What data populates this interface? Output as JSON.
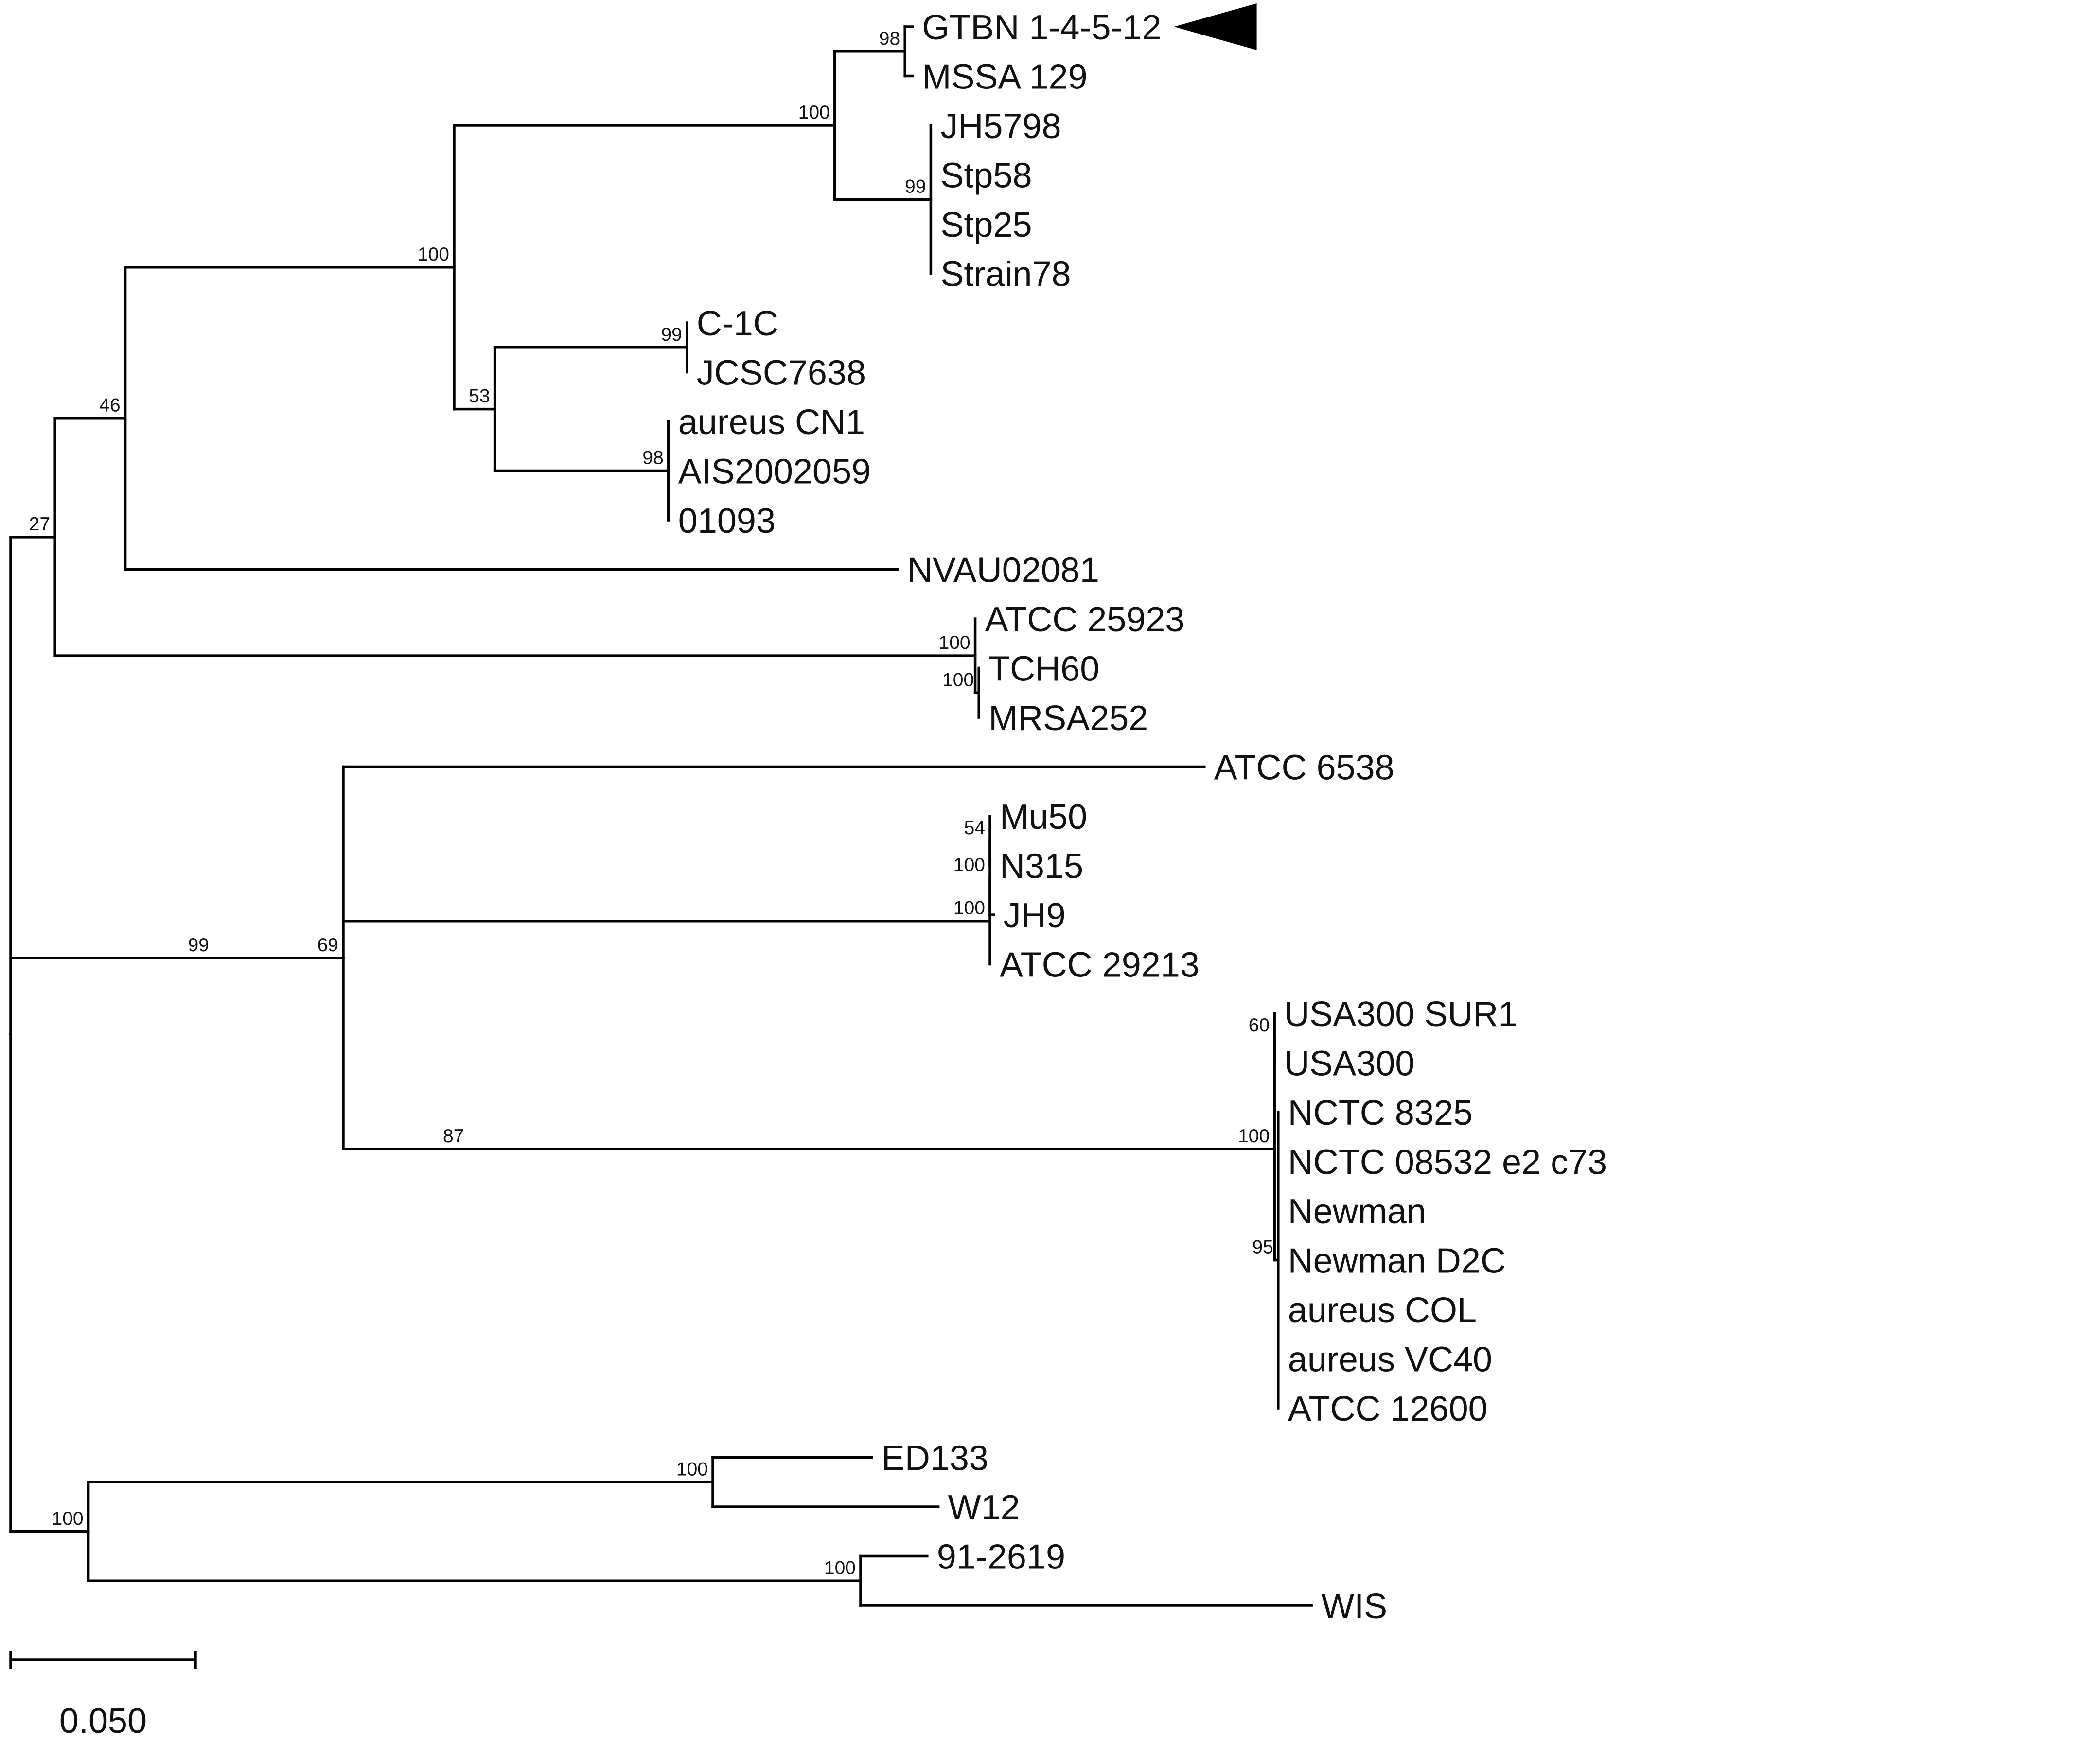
{
  "tree": {
    "taxa": [
      "GTBN 1-4-5-12",
      "MSSA 129",
      "JH5798",
      "Stp58",
      "Stp25",
      "Strain78",
      "C-1C",
      "JCSC7638",
      "aureus CN1",
      "AIS2002059",
      "01093",
      "NVAU02081",
      "ATCC 25923",
      "TCH60",
      "MRSA252",
      "ATCC 6538",
      "Mu50",
      "N315",
      "JH9",
      "ATCC 29213",
      "USA300 SUR1",
      "USA300",
      "NCTC 8325",
      "NCTC 08532 e2 c73",
      "Newman",
      "Newman D2C",
      "aureus COL",
      "aureus VC40",
      "ATCC 12600",
      "ED133",
      "W12",
      "91-2619",
      "WIS"
    ],
    "highlighted_taxon": "GTBN 1-4-5-12",
    "highlight_marker_icon": "triangle-pointer-icon",
    "edge_color": "#000000",
    "newick": "((((((((GTBN 1-4-5-12:0.002,MSSA 129:0.002)98:0.019,(JH5798:0.0,Stp58:0.0,Stp25:0.0,Strain78:0.0)99:0.026)100:0.103,((C-1C:0.0,JCSC7638:0.0)99:0.052,(aureus CN1:0.0,AIS2002059:0.0,01093:0.0)98:0.047)53:0.011)100:0.089,NVAU02081:0.209)46:0.019,(ATCC 25923:0.0,(TCH60:0.0,MRSA252:0.0)100:0.001)100:0.249)27:0.012,((ATCC 6538:0.233,(((Mu50:0.0,N315:0.0)54:0.0,JH9:0.001)100:0.0,ATCC 29213:0.0)100:0.175,(((USA300 SUR1:0.0,USA300:0.0)60:0.0,(NCTC 8325:0.0,NCTC 08532 e2 c73:0.0,Newman:0.0,Newman D2C:0.0,aureus COL:0.0,aureus VC40:0.0,ATCC 12600:0.0)95:0.001)100:0.218)87:0.034)69:0.035)99:0.055,((ED133:0.043,W12:0.061)100:0.169,(91-2619:0.018,WIS:0.122)100:0.209)100:0.021);",
    "scale_bar": {
      "value": 0.05,
      "label": "0.050"
    }
  }
}
